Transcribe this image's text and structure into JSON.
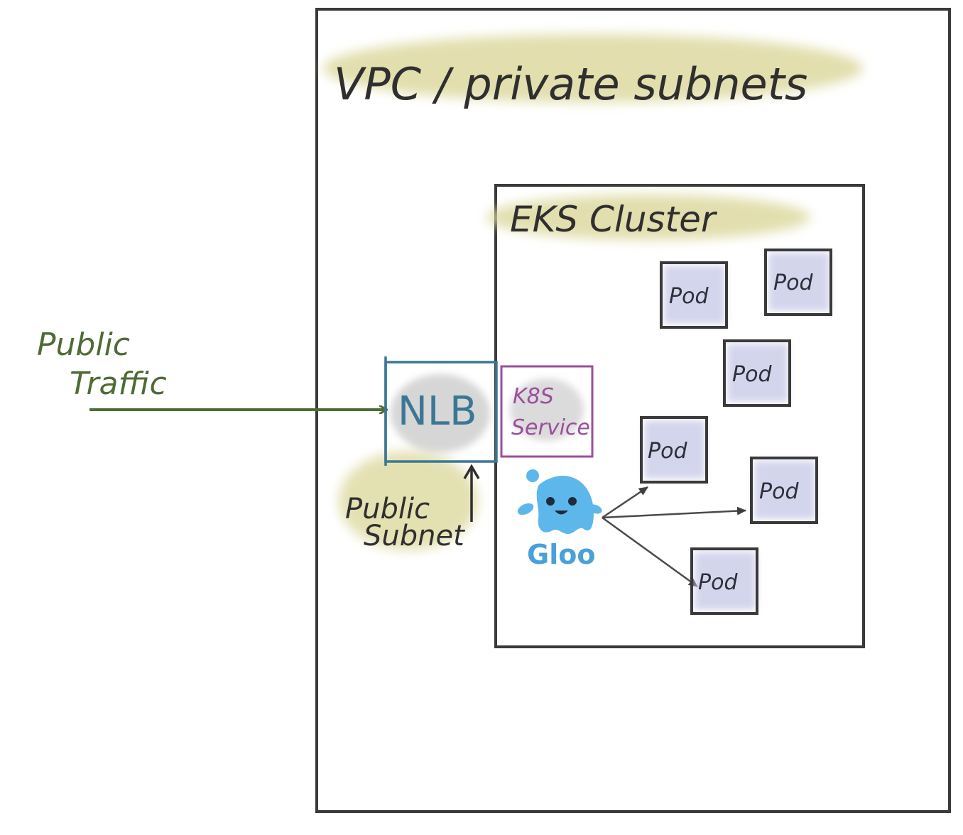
{
  "vpc": {
    "title": "VPC / private subnets"
  },
  "eks": {
    "title": "EKS Cluster"
  },
  "traffic": {
    "line1": "Public",
    "line2": "Traffic"
  },
  "nlb": {
    "label": "NLB"
  },
  "k8s_service": {
    "line1": "K8S",
    "line2": "Service"
  },
  "public_subnet": {
    "line1": "Public",
    "line2": "Subnet"
  },
  "gloo": {
    "label": "Gloo"
  },
  "pods": [
    {
      "label": "Pod"
    },
    {
      "label": "Pod"
    },
    {
      "label": "Pod"
    },
    {
      "label": "Pod"
    },
    {
      "label": "Pod"
    },
    {
      "label": "Pod"
    }
  ],
  "colors": {
    "highlight": "#ddd9a0",
    "traffic_green": "#4f6b36",
    "nlb_blue": "#3b7794",
    "k8s_purple": "#9a4f9c",
    "gloo_blue": "#4aa0d8",
    "pod_fill": "#c9cbe8"
  }
}
